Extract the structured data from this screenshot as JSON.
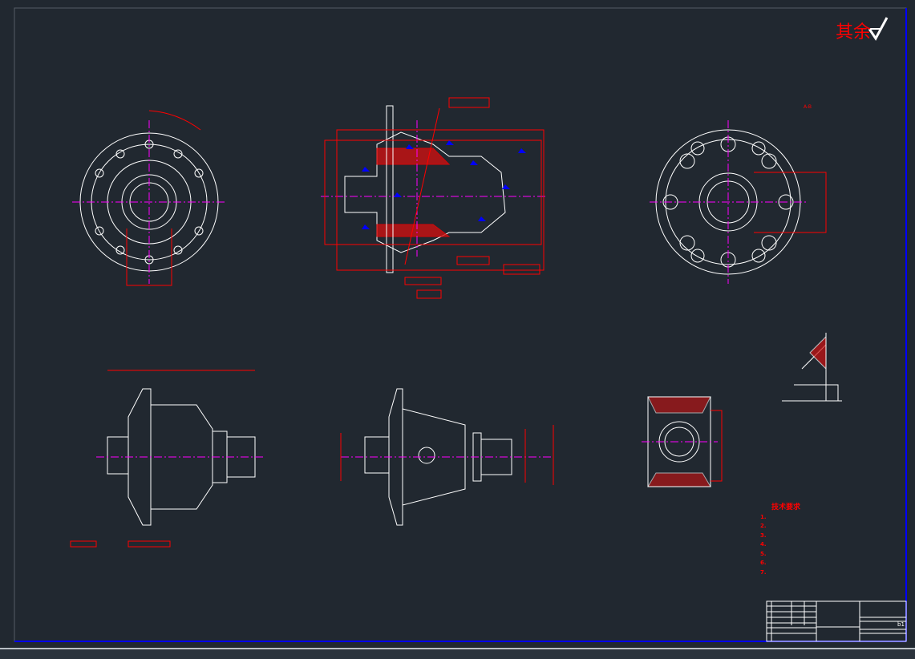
{
  "drawing": {
    "surface_finish_note": "其余",
    "tech_requirements": {
      "title": "技术要求",
      "items": [
        "1.",
        "2.",
        "3.",
        "4.",
        "5.",
        "6.",
        "7."
      ]
    },
    "datum_reference": "A-B",
    "title_block": {
      "sheet": "b1"
    }
  },
  "colors": {
    "background": "#212830",
    "outline": "#ffffff",
    "dimension": "#ff0000",
    "roughness_symbol": "#0000ff",
    "centerline": "#ff00ff",
    "border": "#0000ff"
  }
}
